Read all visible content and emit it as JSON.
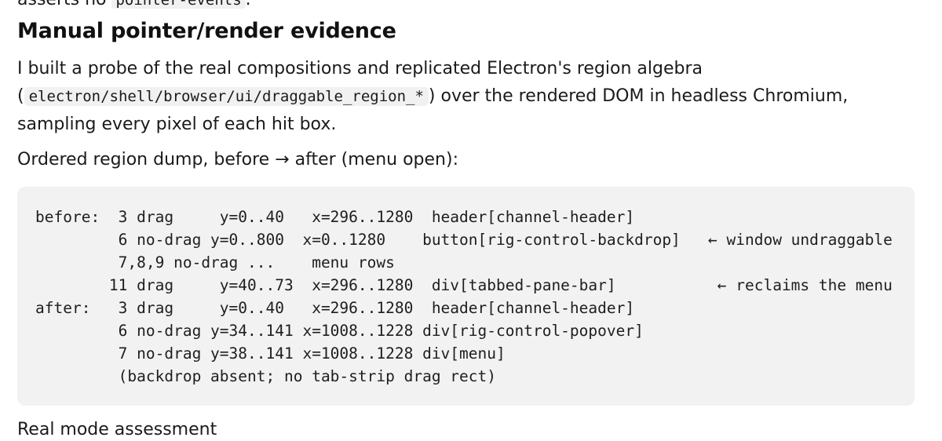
{
  "top_fragment": {
    "text": "asserts no",
    "code": "pointer-events",
    "suffix": "."
  },
  "heading": "Manual pointer/render evidence",
  "paragraph1": {
    "before_code": "I built a probe of the real compositions and replicated Electron's region algebra (",
    "code": "electron/shell/browser/ui/draggable_region_*",
    "after_code": ") over the rendered DOM in headless Chromium, sampling every pixel of each hit box."
  },
  "paragraph2": "Ordered region dump, before → after (menu open):",
  "code_lines": [
    "before:  3 drag     y=0..40   x=296..1280  header[channel-header]",
    "         6 no-drag y=0..800  x=0..1280    button[rig-control-backdrop]   ← window undraggable",
    "         7,8,9 no-drag ...    menu rows",
    "        11 drag     y=40..73  x=296..1280  div[tabbed-pane-bar]           ← reclaims the menu",
    "after:   3 drag     y=0..40   x=296..1280  header[channel-header]",
    "         6 no-drag y=34..141 x=1008..1228 div[rig-control-popover]",
    "         7 no-drag y=38..141 x=1008..1228 div[menu]",
    "         (backdrop absent; no tab-strip drag rect)"
  ],
  "bottom_fragment": "Real mode assessment"
}
